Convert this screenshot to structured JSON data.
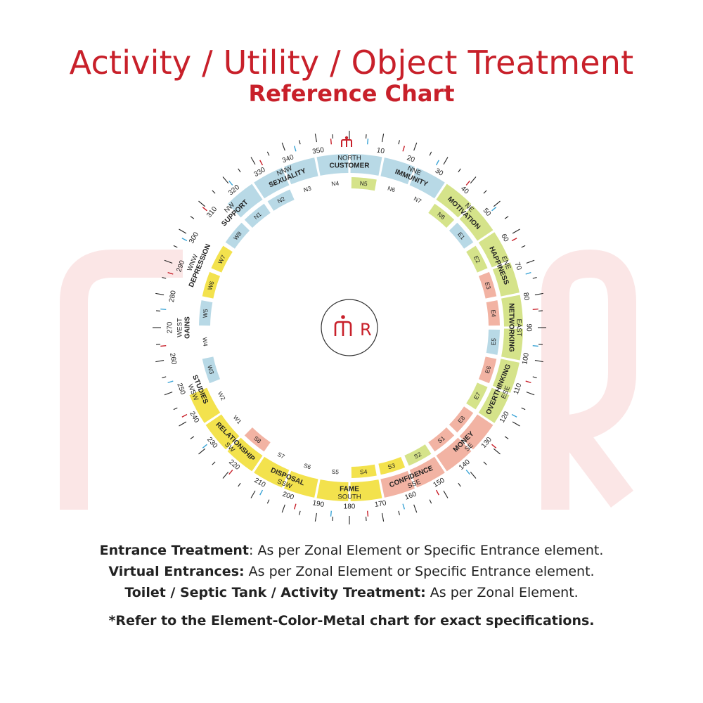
{
  "title": "Activity / Utility / Object Treatment",
  "subtitle": "Reference Chart",
  "logo_text": "MR",
  "colors": {
    "water": "#b8d9e6",
    "wood": "#d5e38a",
    "fire": "#f2b3a3",
    "earth": "#f3e24d",
    "space": "#ffffff",
    "title": "#c8202a",
    "tick_blue": "#3ba4d6",
    "tick_red": "#c8202a"
  },
  "degree_labels": [
    "10",
    "20",
    "30",
    "40",
    "50",
    "60",
    "70",
    "80",
    "90",
    "100",
    "110",
    "120",
    "130",
    "140",
    "150",
    "160",
    "170",
    "180",
    "190",
    "200",
    "210",
    "220",
    "230",
    "240",
    "250",
    "260",
    "270",
    "280",
    "290",
    "300",
    "310",
    "320",
    "330",
    "340",
    "350"
  ],
  "directions": [
    {
      "label": "NORTH",
      "angle": 0
    },
    {
      "label": "NNE",
      "angle": 22.5
    },
    {
      "label": "NE",
      "angle": 45
    },
    {
      "label": "ENE",
      "angle": 67.5
    },
    {
      "label": "EAST",
      "angle": 90
    },
    {
      "label": "ESE",
      "angle": 112.5
    },
    {
      "label": "SE",
      "angle": 135
    },
    {
      "label": "SSE",
      "angle": 157.5
    },
    {
      "label": "SOUTH",
      "angle": 180
    },
    {
      "label": "SSW",
      "angle": 202.5
    },
    {
      "label": "SW",
      "angle": 225
    },
    {
      "label": "WSW",
      "angle": 247.5
    },
    {
      "label": "WEST",
      "angle": 270
    },
    {
      "label": "WNW",
      "angle": 292.5
    },
    {
      "label": "NW",
      "angle": 315
    },
    {
      "label": "NNW",
      "angle": 337.5
    }
  ],
  "zones": [
    {
      "code": "N4",
      "name": "CUSTOMER",
      "outer": "water",
      "inner": "space"
    },
    {
      "code": "N5",
      "name": "",
      "outer": "water",
      "inner": "wood"
    },
    {
      "code": "N6",
      "name": "IMMUNITY",
      "outer": "water",
      "inner": "space"
    },
    {
      "code": "N7",
      "name": "",
      "outer": "water",
      "inner": "space"
    },
    {
      "code": "N8",
      "name": "MOTIVATION",
      "outer": "wood",
      "inner": "wood"
    },
    {
      "code": "E1",
      "name": "",
      "outer": "wood",
      "inner": "water"
    },
    {
      "code": "E2",
      "name": "HAPPINESS",
      "outer": "wood",
      "inner": "wood"
    },
    {
      "code": "E3",
      "name": "",
      "outer": "wood",
      "inner": "fire"
    },
    {
      "code": "E4",
      "name": "NETWORKING",
      "outer": "wood",
      "inner": "fire"
    },
    {
      "code": "E5",
      "name": "",
      "outer": "wood",
      "inner": "water"
    },
    {
      "code": "E6",
      "name": "OVERTHINKING",
      "outer": "wood",
      "inner": "fire"
    },
    {
      "code": "E7",
      "name": "",
      "outer": "wood",
      "inner": "wood"
    },
    {
      "code": "E8",
      "name": "MONEY",
      "outer": "fire",
      "inner": "fire"
    },
    {
      "code": "S1",
      "name": "",
      "outer": "fire",
      "inner": "fire"
    },
    {
      "code": "S2",
      "name": "CONFIDENCE",
      "outer": "fire",
      "inner": "wood"
    },
    {
      "code": "S3",
      "name": "",
      "outer": "fire",
      "inner": "earth"
    },
    {
      "code": "S4",
      "name": "FAME",
      "outer": "earth",
      "inner": "earth"
    },
    {
      "code": "S5",
      "name": "",
      "outer": "earth",
      "inner": "space"
    },
    {
      "code": "S6",
      "name": "DISPOSAL",
      "outer": "earth",
      "inner": "space"
    },
    {
      "code": "S7",
      "name": "",
      "outer": "earth",
      "inner": "space"
    },
    {
      "code": "S8",
      "name": "RELATIONSHIP",
      "outer": "earth",
      "inner": "fire"
    },
    {
      "code": "W1",
      "name": "",
      "outer": "earth",
      "inner": "space"
    },
    {
      "code": "W2",
      "name": "STUDIES",
      "outer": "earth",
      "inner": "space"
    },
    {
      "code": "W3",
      "name": "",
      "outer": "space",
      "inner": "water"
    },
    {
      "code": "W4",
      "name": "GAINS",
      "outer": "space",
      "inner": "space"
    },
    {
      "code": "W5",
      "name": "",
      "outer": "space",
      "inner": "water"
    },
    {
      "code": "W6",
      "name": "DEPRESSION",
      "outer": "space",
      "inner": "earth"
    },
    {
      "code": "W7",
      "name": "",
      "outer": "space",
      "inner": "earth"
    },
    {
      "code": "W8",
      "name": "SUPPORT",
      "outer": "space",
      "inner": "water"
    },
    {
      "code": "N1",
      "name": "",
      "outer": "water",
      "inner": "water"
    },
    {
      "code": "N2",
      "name": "SEXUALITY",
      "outer": "water",
      "inner": "water"
    },
    {
      "code": "N3",
      "name": "",
      "outer": "water",
      "inner": "space"
    }
  ],
  "notes": [
    {
      "label": "Entrance Treatment",
      "sep": ":  ",
      "text": "As per Zonal Element or Specific Entrance element."
    },
    {
      "label": "Virtual Entrances:",
      "sep": "  ",
      "text": "As per Zonal Element or Specific Entrance element."
    },
    {
      "label": "Toilet / Septic Tank / Activity Treatment:",
      "sep": " ",
      "text": "As per Zonal Element."
    }
  ],
  "footnote": "*Refer to the Element-Color-Metal chart for exact specifications."
}
